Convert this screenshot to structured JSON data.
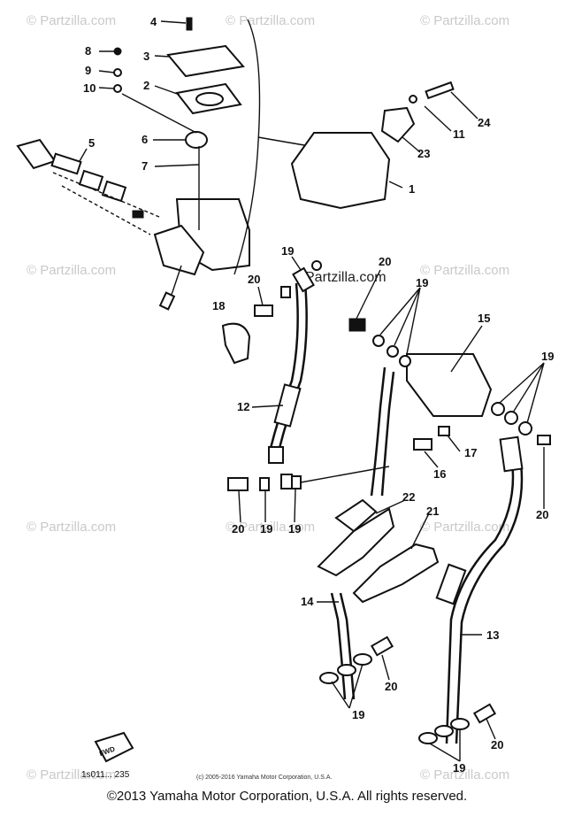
{
  "watermark": "© Partzilla.com",
  "watermark_center": "Partzilla.com",
  "callouts": [
    "1",
    "2",
    "3",
    "4",
    "5",
    "6",
    "7",
    "8",
    "9",
    "10",
    "11",
    "12",
    "13",
    "14",
    "15",
    "16",
    "17",
    "18",
    "19",
    "20",
    "21",
    "22",
    "23",
    "24"
  ],
  "fig_code": "1s011... 235",
  "fwd_label": "FWD",
  "small_copyright": "(c) 2005-2016 Yamaha Motor Corporation, U.S.A.",
  "footer": "©2013 Yamaha Motor Corporation, U.S.A. All rights reserved."
}
